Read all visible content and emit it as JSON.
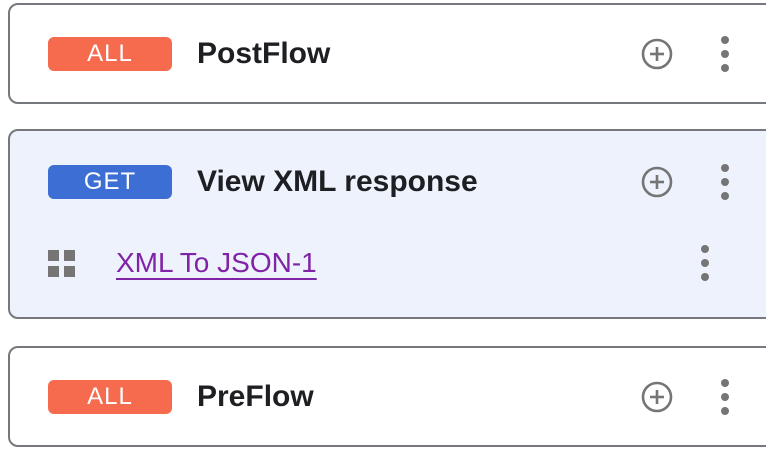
{
  "flows": [
    {
      "badge": "ALL",
      "title": "PostFlow",
      "selected": false,
      "policies": []
    },
    {
      "badge": "GET",
      "title": "View XML response",
      "selected": true,
      "policies": [
        {
          "label": "XML To JSON-1"
        }
      ]
    },
    {
      "badge": "ALL",
      "title": "PreFlow",
      "selected": false,
      "policies": []
    }
  ],
  "colors": {
    "all_badge": "#F66B4E",
    "get_badge": "#3D6ED3",
    "selected_card_bg": "#EEF2FC",
    "card_border": "#75787C",
    "icon_gray": "#757575",
    "policy_link": "#8024A6",
    "title_text": "#1D1F22",
    "badge_text": "#FFFFFF"
  },
  "icons": {
    "add": "add-circle-icon",
    "more": "more-vert-icon",
    "drag": "drag-indicator-icon"
  }
}
